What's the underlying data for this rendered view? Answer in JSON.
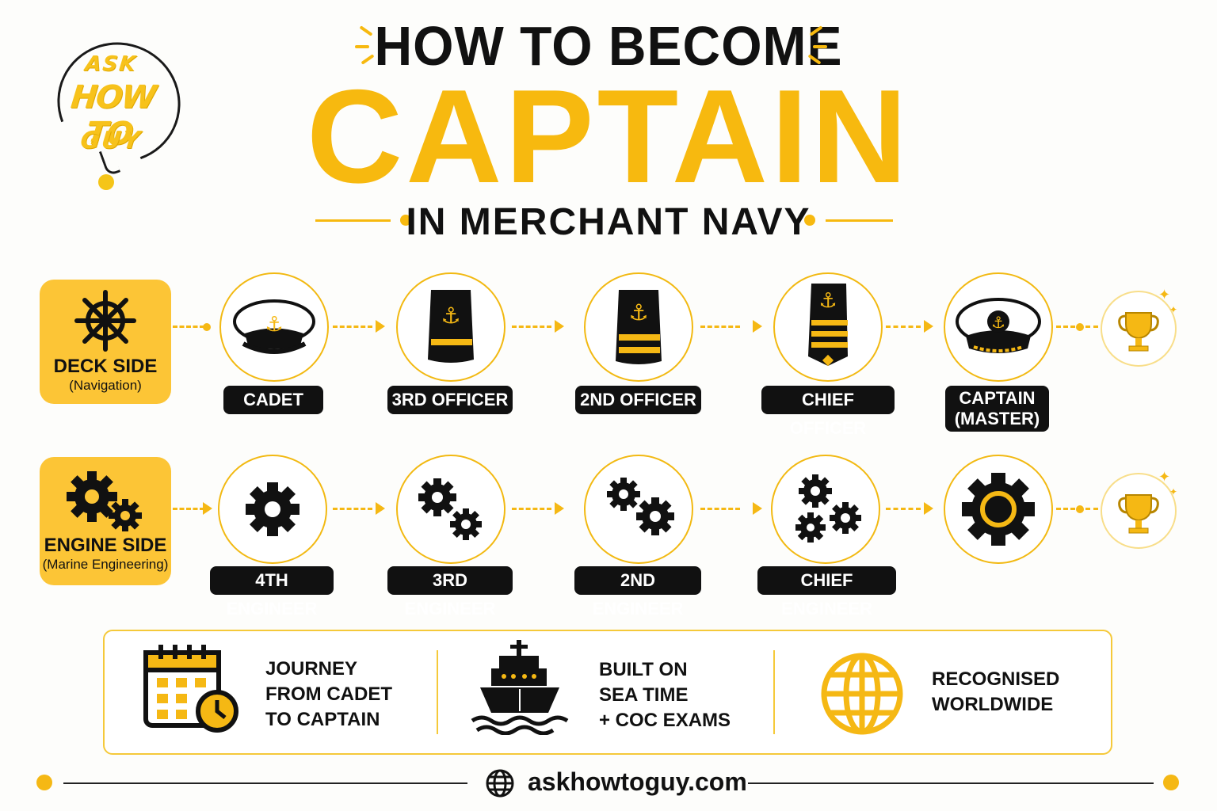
{
  "brand": {
    "logo_line1": "ASK",
    "logo_line2": "HOW TO",
    "logo_line3": "GUY",
    "accent_color": "#f7b90f",
    "dark_color": "#111111"
  },
  "header": {
    "line1": "HOW TO BECOME",
    "line2": "CAPTAIN",
    "line3": "IN MERCHANT NAVY"
  },
  "deck": {
    "title": "DECK SIDE",
    "subtitle": "(Navigation)",
    "icon": "ship-wheel-icon",
    "ranks": [
      {
        "label": "CADET",
        "icon": "cadet-cap-icon"
      },
      {
        "label": "3RD OFFICER",
        "icon": "epaulette-one-stripe-icon"
      },
      {
        "label": "2ND OFFICER",
        "icon": "epaulette-two-stripe-icon"
      },
      {
        "label": "CHIEF OFFICER",
        "icon": "epaulette-three-stripe-icon"
      },
      {
        "label_line1": "CAPTAIN",
        "label_line2": "(MASTER)",
        "icon": "captain-cap-icon"
      }
    ],
    "goal_icon": "trophy-icon"
  },
  "engine": {
    "title": "ENGINE SIDE",
    "subtitle": "(Marine Engineering)",
    "icon": "gears-icon",
    "ranks": [
      {
        "label": "4TH ENGINEER",
        "icon": "gear-icon"
      },
      {
        "label": "3RD ENGINEER",
        "icon": "two-gears-icon"
      },
      {
        "label": "2ND ENGINEER",
        "icon": "two-gears-icon"
      },
      {
        "label": "CHIEF ENGINEER",
        "icon": "three-gears-icon"
      }
    ],
    "final_icon": "big-gear-icon",
    "goal_icon": "trophy-icon"
  },
  "info": [
    {
      "line1": "JOURNEY",
      "line2": "FROM CADET",
      "line3": "TO CAPTAIN",
      "icon": "calendar-clock-icon"
    },
    {
      "line1": "BUILT ON",
      "line2": "SEA TIME",
      "line3": "+ COC EXAMS",
      "icon": "ship-icon"
    },
    {
      "line1": "RECOGNISED",
      "line2": "WORLDWIDE",
      "icon": "globe-icon"
    }
  ],
  "footer": {
    "url": "askhowtoguy.com",
    "icon": "globe-icon"
  }
}
